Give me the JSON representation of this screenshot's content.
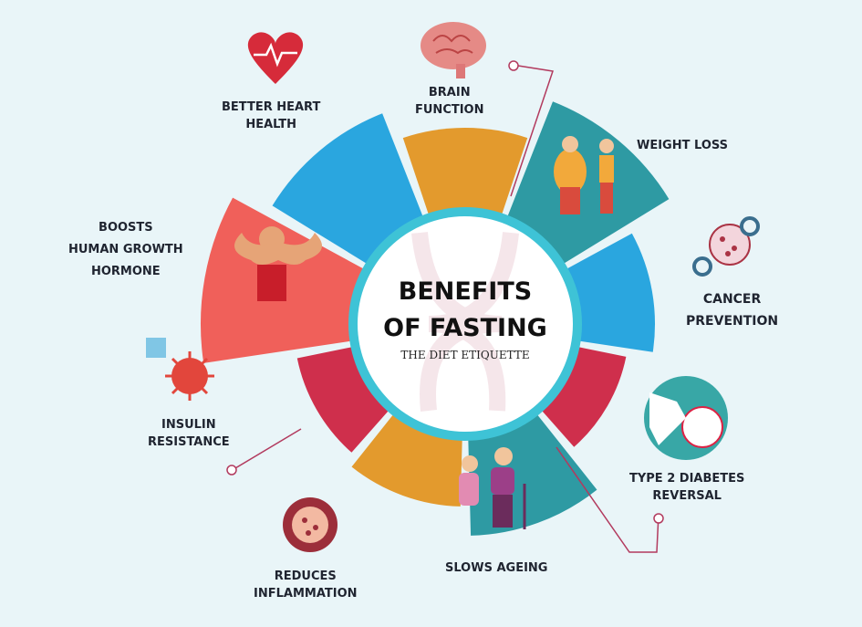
{
  "title_line1": "BENEFITS",
  "title_line2": "OF FASTING",
  "brand": "THE DIET ETIQUETTE",
  "colors": {
    "orange": "#e39a2d",
    "teal": "#2e9aa3",
    "blue": "#2aa6df",
    "crimson": "#cf2f4c",
    "salmon": "#f0605a",
    "ring": "#3ec3d6",
    "line": "#b23a5e"
  },
  "benefits": [
    {
      "label1": "BRAIN",
      "label2": "FUNCTION",
      "icon": "brain-icon",
      "color": "#e39a2d"
    },
    {
      "label1": "WEIGHT LOSS",
      "label2": "",
      "icon": "weight-loss-icon",
      "color": "#2e9aa3"
    },
    {
      "label1": "CANCER",
      "label2": "PREVENTION",
      "icon": "cancer-cell-icon",
      "color": "#2aa6df"
    },
    {
      "label1": "TYPE 2 DIABETES",
      "label2": "REVERSAL",
      "icon": "glucose-test-icon",
      "color": "#cf2f4c"
    },
    {
      "label1": "SLOWS AGEING",
      "label2": "",
      "icon": "elderly-couple-icon",
      "color": "#2e9aa3"
    },
    {
      "label1": "REDUCES",
      "label2": "INFLAMMATION",
      "icon": "artery-icon",
      "color": "#e39a2d"
    },
    {
      "label1": "INSULIN",
      "label2": "RESISTANCE",
      "icon": "virus-icon",
      "color": "#cf2f4c"
    },
    {
      "label1": "BOOSTS",
      "label2": "HUMAN GROWTH",
      "label3": "HORMONE",
      "icon": "muscle-man-icon",
      "color": "#f0605a"
    },
    {
      "label1": "BETTER HEART",
      "label2": "HEALTH",
      "icon": "heart-icon",
      "color": "#2aa6df"
    }
  ]
}
